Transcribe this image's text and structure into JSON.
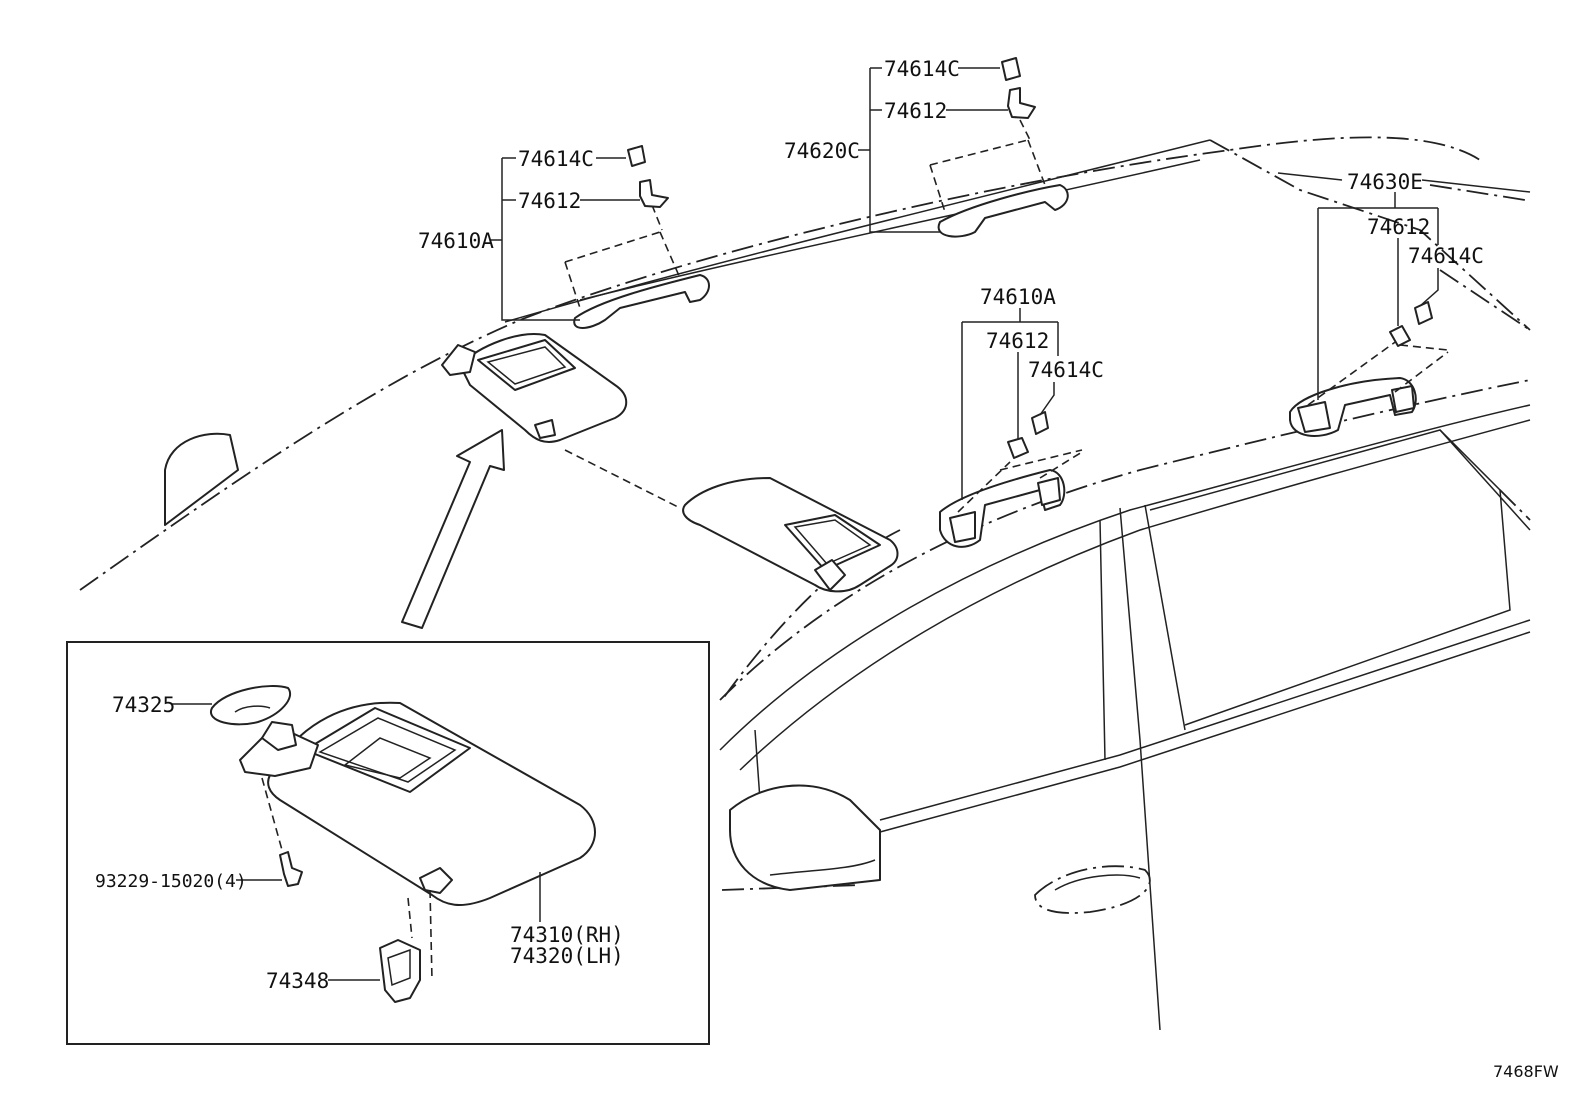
{
  "labels": {
    "clip_top_left": "74614C",
    "cap_top_left": "74612",
    "grip_front_left": "74610A",
    "clip_top_mid": "74614C",
    "cap_top_mid": "74612",
    "grip_mid": "74620C",
    "grip_rear": "74630E",
    "cap_rear": "74612",
    "clip_rear": "74614C",
    "grip_front_right": "74610A",
    "cap_front_right": "74612",
    "clip_front_right": "74614C",
    "mirror_cover": "74325",
    "screw": "93229-15020(4)",
    "visor_rh": "74310(RH)",
    "visor_lh": "74320(LH)",
    "holder": "74348"
  },
  "diagram_code": "7468FW"
}
